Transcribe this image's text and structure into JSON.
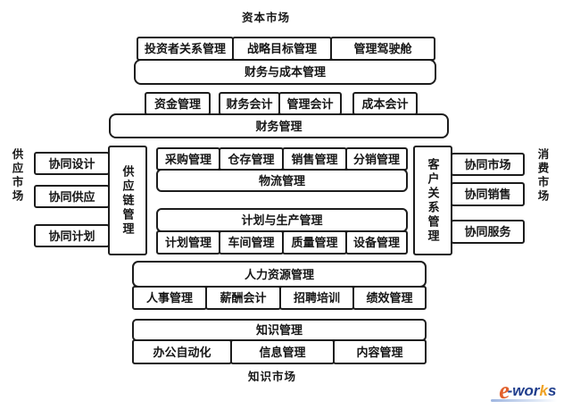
{
  "diagram": {
    "markets": {
      "top": "资本市场",
      "left": "供应市场",
      "right": "消费市场",
      "bottom": "知识市场"
    },
    "capital_row": [
      "投资者关系管理",
      "战略目标管理",
      "管理驾驶舱"
    ],
    "finance_cost_bar": "财务与成本管理",
    "accounting_row": [
      "资金管理",
      "财务会计",
      "管理会计",
      "成本会计"
    ],
    "finance_bar": "财务管理",
    "supply_side": {
      "scm": "供应链管理",
      "items": [
        "协同设计",
        "协同供应",
        "协同计划"
      ]
    },
    "logistics": {
      "cells": [
        "采购管理",
        "仓存管理",
        "销售管理",
        "分销管理"
      ],
      "bar": "物流管理"
    },
    "production": {
      "bar": "计划与生产管理",
      "cells": [
        "计划管理",
        "车间管理",
        "质量管理",
        "设备管理"
      ]
    },
    "customer_side": {
      "crm": "客户关系管理",
      "items": [
        "协同市场",
        "协同销售",
        "协同服务"
      ]
    },
    "hr": {
      "bar": "人力资源管理",
      "cells": [
        "人事管理",
        "薪酬会计",
        "招聘培训",
        "绩效管理"
      ]
    },
    "knowledge": {
      "bar": "知识管理",
      "cells": [
        "办公自动化",
        "信息管理",
        "内容管理"
      ]
    }
  },
  "logo": {
    "e": "e",
    "mid": "-wor",
    "k": "k",
    "s": "s"
  },
  "colors": {
    "line": "#1c1c1c",
    "logo_orange": "#e2602c",
    "logo_blue": "#1f3d8c",
    "logo_gold": "#f0a428"
  }
}
